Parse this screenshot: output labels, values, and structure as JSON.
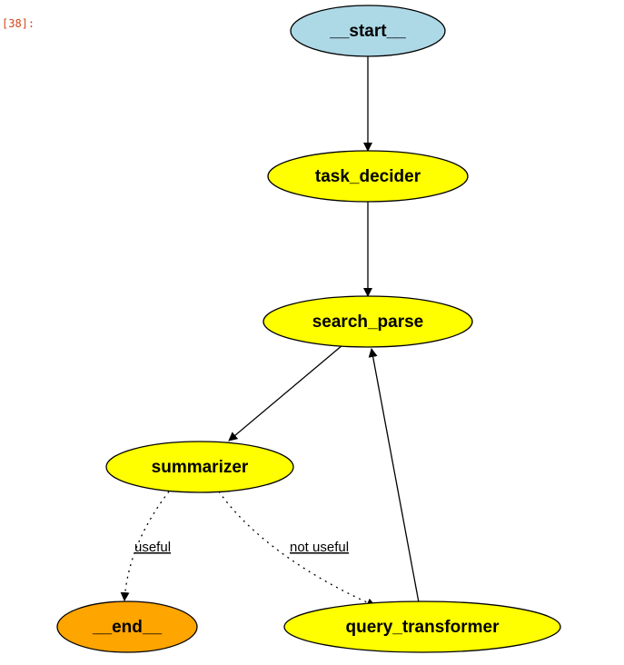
{
  "cell": {
    "prompt": "[38]:"
  },
  "colors": {
    "start_fill": "#add8e6",
    "node_fill": "#ffff00",
    "end_fill": "#ffa500",
    "stroke": "#000000"
  },
  "nodes": {
    "start": {
      "label": "__start__"
    },
    "task_decider": {
      "label": "task_decider"
    },
    "search_parse": {
      "label": "search_parse"
    },
    "summarizer": {
      "label": "summarizer"
    },
    "end": {
      "label": "__end__"
    },
    "query_transformer": {
      "label": "query_transformer"
    }
  },
  "edges": {
    "summarizer_end": {
      "label": "useful"
    },
    "summarizer_query": {
      "label": "not useful"
    }
  }
}
